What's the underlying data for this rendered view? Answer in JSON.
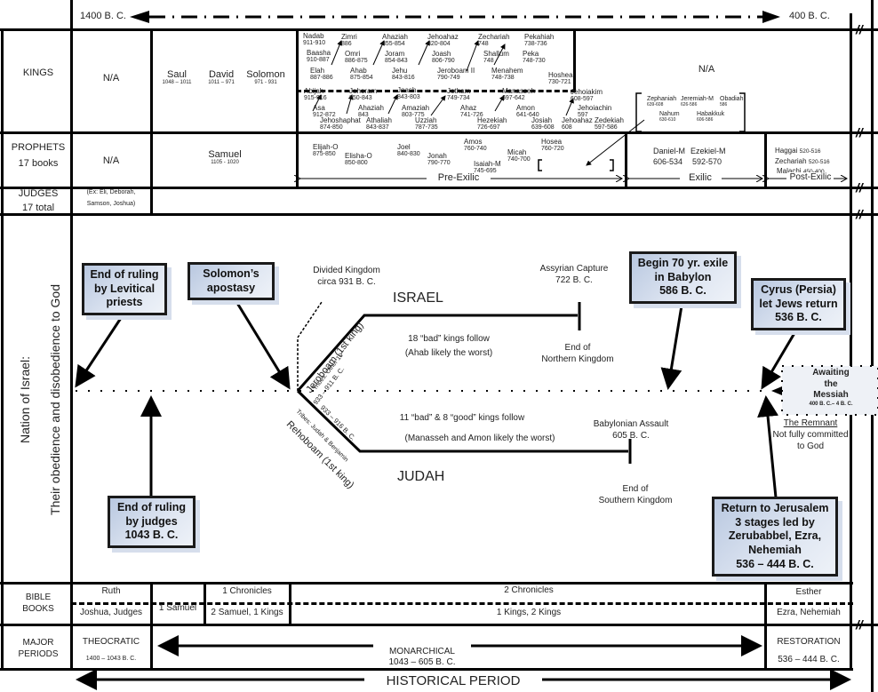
{
  "timeline": {
    "start": "1400 B. C.",
    "end": "400 B. C.",
    "bottom_label": "HISTORICAL PERIOD",
    "break_mark": "//"
  },
  "rows": {
    "kings": "KINGS",
    "prophets_line1": "PROPHETS",
    "prophets_line2": "17 books",
    "judges_line1": "JUDGES",
    "judges_line2": "17 total",
    "bible_line1": "BIBLE",
    "bible_line2": "BOOKS",
    "periods_line1": "MAJOR",
    "periods_line2": "PERIODS"
  },
  "kings_row": {
    "na_left": "N/A",
    "na_right": "N/A",
    "united": [
      {
        "name": "Saul",
        "years": "1048 – 1011"
      },
      {
        "name": "David",
        "years": "1011 – 971"
      },
      {
        "name": "Solomon",
        "years": "971 - 931"
      }
    ],
    "israel": [
      {
        "name": "Nadab",
        "years": "911-910"
      },
      {
        "name": "Baasha",
        "years": "910-887"
      },
      {
        "name": "Elah",
        "years": "887-886"
      },
      {
        "name": "Zimri",
        "years": "886"
      },
      {
        "name": "Omri",
        "years": "886-875"
      },
      {
        "name": "Ahab",
        "years": "875-854"
      },
      {
        "name": "Ahaziah",
        "years": "855-854"
      },
      {
        "name": "Joram",
        "years": "854-843"
      },
      {
        "name": "Jehu",
        "years": "843-816"
      },
      {
        "name": "Jehoahaz",
        "years": "820-804"
      },
      {
        "name": "Joash",
        "years": "806-790"
      },
      {
        "name": "Jeroboam II",
        "years": "790-749"
      },
      {
        "name": "Zechariah",
        "years": "748"
      },
      {
        "name": "Shallum",
        "years": "748"
      },
      {
        "name": "Menahem",
        "years": "748-738"
      },
      {
        "name": "Pekahiah",
        "years": "738-736"
      },
      {
        "name": "Peka",
        "years": "748-730"
      },
      {
        "name": "Hoshea",
        "years": "730-721"
      }
    ],
    "judah": [
      {
        "name": "Abijah",
        "years": "915-916"
      },
      {
        "name": "Asa",
        "years": "912-872"
      },
      {
        "name": "Jehoshaphat",
        "years": "874-850"
      },
      {
        "name": "Jehoram",
        "years": "850-843"
      },
      {
        "name": "Ahaziah",
        "years": "843"
      },
      {
        "name": "Athaliah",
        "years": "843-837"
      },
      {
        "name": "Joash",
        "years": "843-803"
      },
      {
        "name": "Amaziah",
        "years": "803-775"
      },
      {
        "name": "Uzziah",
        "years": "787-735"
      },
      {
        "name": "Jotham",
        "years": "749-734"
      },
      {
        "name": "Ahaz",
        "years": "741-726"
      },
      {
        "name": "Hezekiah",
        "years": "726-697"
      },
      {
        "name": "Manasseh",
        "years": "697-642"
      },
      {
        "name": "Amon",
        "years": "641-640"
      },
      {
        "name": "Josiah",
        "years": "639-608"
      },
      {
        "name": "Jehoahaz",
        "years": "608"
      },
      {
        "name": "Jehoiakim",
        "years": "608-597"
      },
      {
        "name": "Jehoiachin",
        "years": "597"
      },
      {
        "name": "Zedekiah",
        "years": "597-586"
      }
    ],
    "late_prophets": [
      {
        "name": "Zephaniah",
        "years": "639-608"
      },
      {
        "name": "Jeremiah-M",
        "years": "626-586"
      },
      {
        "name": "Obadiah",
        "years": "586"
      },
      {
        "name": "Nahum",
        "years": "630-610"
      },
      {
        "name": "Habakkuk",
        "years": "606-586"
      }
    ]
  },
  "prophets_row": {
    "na": "N/A",
    "samuel": {
      "name": "Samuel",
      "years": "1105 - 1020"
    },
    "pre_exilic": [
      {
        "name": "Elijah-O",
        "years": "875-850"
      },
      {
        "name": "Elisha-O",
        "years": "850-800"
      },
      {
        "name": "Joel",
        "years": "840-830"
      },
      {
        "name": "Jonah",
        "years": "790-770"
      },
      {
        "name": "Amos",
        "years": "760-740"
      },
      {
        "name": "Isaiah-M",
        "years": "745-695"
      },
      {
        "name": "Micah",
        "years": "740-700"
      },
      {
        "name": "Hosea",
        "years": "760-720"
      }
    ],
    "exilic": [
      {
        "name": "Daniel-M",
        "years": "606-534"
      },
      {
        "name": "Ezekiel-M",
        "years": "592-570"
      }
    ],
    "post_exilic": [
      {
        "name": "Haggai",
        "years": "520-516"
      },
      {
        "name": "Zechariah",
        "years": "520-516"
      },
      {
        "name": "Malachi",
        "years": "450-400"
      }
    ],
    "pre_exilic_label": "Pre-Exilic",
    "exilic_label": "Exilic",
    "post_exilic_label": "Post-Exilic"
  },
  "judges_row": {
    "examples_line1": "(Ex: Eli, Deborah,",
    "examples_line2": "Samson, Joshua)"
  },
  "nation": {
    "title_line1": "Nation of Israel:",
    "title_line2": "Their obedience and disobedience to God",
    "divided_kingdom_line1": "Divided Kingdom",
    "divided_kingdom_line2": "circa 931 B. C.",
    "israel": "ISRAEL",
    "judah": "JUDAH",
    "jeroboam": "Jeroboam (1st king)",
    "jeroboam_tribes": "Tribes: Other 10",
    "jeroboam_years": "933 – 911 B. C.",
    "rehoboam": "Rehoboam (1st king)",
    "rehoboam_tribes": "Tribes: Judah & Benjamin",
    "rehoboam_years": "933 – 916 B. C.",
    "israel_kings_line1": "18 “bad” kings follow",
    "israel_kings_line2": "(Ahab likely the worst)",
    "judah_kings_line1": "11 “bad” & 8 “good” kings follow",
    "judah_kings_line2": "(Manasseh and Amon likely the worst)",
    "assyrian_line1": "Assyrian Capture",
    "assyrian_line2": "722 B. C.",
    "end_north_line1": "End of",
    "end_north_line2": "Northern Kingdom",
    "babylonian_line1": "Babylonian Assault",
    "babylonian_line2": "605 B. C.",
    "end_south_line1": "End of",
    "end_south_line2": "Southern Kingdom",
    "awaiting_line1": "Awaiting",
    "awaiting_line2": "the",
    "awaiting_line3": "Messiah",
    "awaiting_years": "400 B. C.– 4 B. C.",
    "remnant_title": "The Remnant",
    "remnant_line1": "Not fully committed",
    "remnant_line2": "to God",
    "callouts": {
      "levitical": [
        "End of ruling",
        "by Levitical",
        "priests"
      ],
      "solomon": [
        "Solomon’s",
        "apostasy"
      ],
      "judges": [
        "End of ruling",
        "by judges",
        "1043 B. C."
      ],
      "exile": [
        "Begin 70 yr. exile",
        "in Babylon",
        "586 B. C."
      ],
      "cyrus": [
        "Cyrus (Persia)",
        "let Jews return",
        "536 B. C."
      ],
      "return": [
        "Return to Jerusalem",
        "3 stages led by",
        "Zerubabbel, Ezra,",
        "Nehemiah",
        "536 – 444 B. C."
      ]
    }
  },
  "bible_books": {
    "ruth": "Ruth",
    "joshua_judges": "Joshua, Judges",
    "samuel1": "1 Samuel",
    "chronicles1": "1 Chronicles",
    "samuel2_kings1": "2 Samuel, 1 Kings",
    "chronicles2": "2 Chronicles",
    "kings12": "1 Kings, 2 Kings",
    "esther": "Esther",
    "ezra_nehemiah": "Ezra, Nehemiah"
  },
  "periods": {
    "theocratic": "THEOCRATIC",
    "theocratic_years": "1400 – 1043 B. C.",
    "monarchical": "MONARCHICAL",
    "monarchical_years": "1043 – 605 B. C.",
    "restoration": "RESTORATION",
    "restoration_years": "536 – 444 B. C."
  }
}
